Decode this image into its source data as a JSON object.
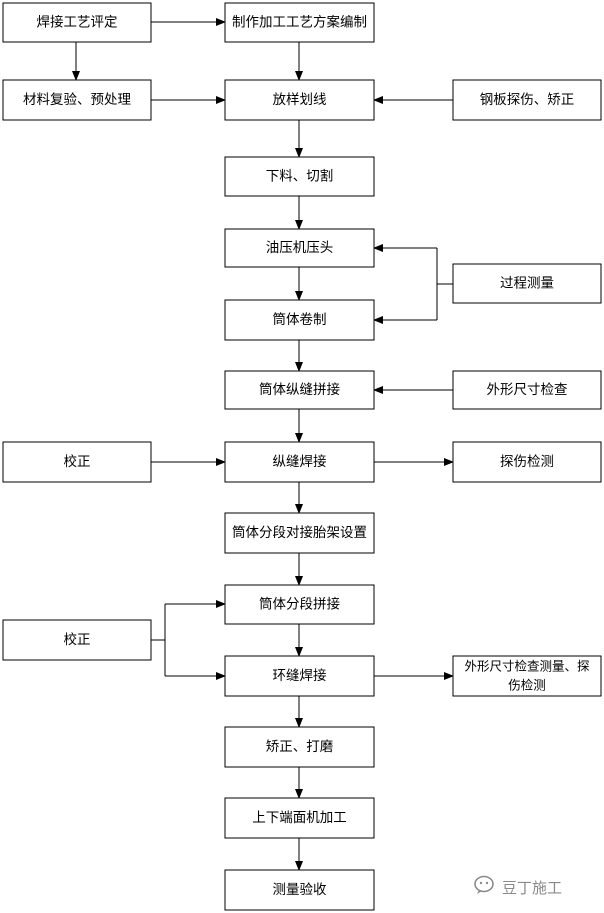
{
  "nodes": {
    "weld_eval": "焊接工艺评定",
    "process_plan": "制作加工工艺方案编制",
    "material_check": "材料复验、预处理",
    "lofting": "放样划线",
    "plate_inspect": "钢板探伤、矫正",
    "cutting": "下料、切割",
    "press_head": "油压机压头",
    "process_measure": "过程测量",
    "rolling": "筒体卷制",
    "long_seam_join": "筒体纵缝拼接",
    "shape_check": "外形尺寸检查",
    "correct_1": "校正",
    "long_seam_weld": "纵缝焊接",
    "flaw_detect": "探伤检测",
    "jig_setup": "筒体分段对接胎架设置",
    "segment_join": "筒体分段拼接",
    "correct_2": "校正",
    "circ_weld": "环缝焊接",
    "final_check_line1": "外形尺寸检查测量、探",
    "final_check_line2": "伤检测",
    "straighten": "矫正、打磨",
    "end_machining": "上下端面机加工",
    "acceptance": "测量验收"
  },
  "watermark": {
    "text": "豆丁施工",
    "icon": "wechat-icon",
    "color": "#8a8a8a"
  }
}
